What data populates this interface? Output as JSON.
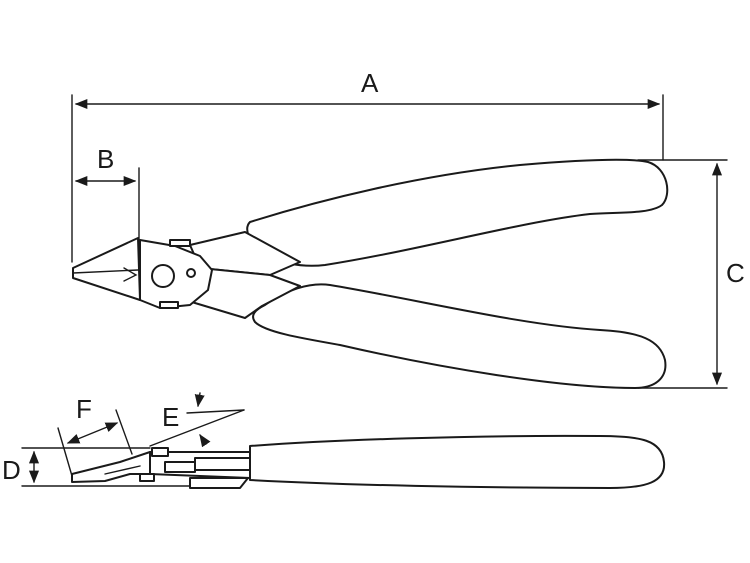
{
  "diagram": {
    "labels": {
      "a": "A",
      "b": "B",
      "c": "C",
      "d": "D",
      "e": "E",
      "f": "F"
    }
  }
}
